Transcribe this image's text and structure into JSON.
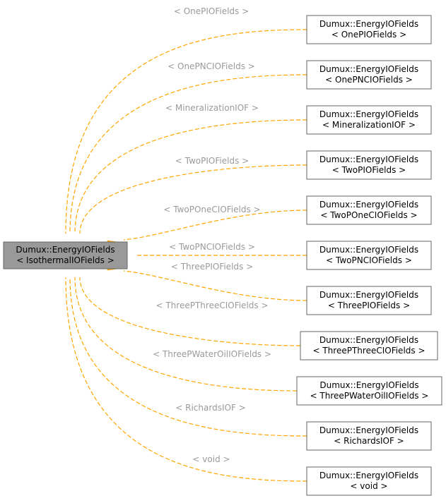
{
  "diagram": {
    "colors": {
      "edge": "#ffa500",
      "edge_label": "#9a9a9a",
      "base_fill": "#999999",
      "node_fill": "#ffffff",
      "node_border": "#666666"
    },
    "base_node": {
      "line1": "Dumux::EnergyIOFields",
      "line2": "< IsothermalIOFields >"
    },
    "derived": [
      {
        "line1": "Dumux::EnergyIOFields",
        "line2": "< OnePIOFields >",
        "edge_label": "< OnePIOFields >"
      },
      {
        "line1": "Dumux::EnergyIOFields",
        "line2": "< OnePNCIOFields >",
        "edge_label": "< OnePNCIOFields >"
      },
      {
        "line1": "Dumux::EnergyIOFields",
        "line2": "< MineralizationIOF >",
        "edge_label": "< MineralizationIOF >"
      },
      {
        "line1": "Dumux::EnergyIOFields",
        "line2": "< TwoPIOFields >",
        "edge_label": "< TwoPIOFields >"
      },
      {
        "line1": "Dumux::EnergyIOFields",
        "line2": "< TwoPOneCIOFields >",
        "edge_label": "< TwoPOneCIOFields >"
      },
      {
        "line1": "Dumux::EnergyIOFields",
        "line2": "< TwoPNCIOFields >",
        "edge_label": "< TwoPNCIOFields >"
      },
      {
        "line1": "Dumux::EnergyIOFields",
        "line2": "< ThreePIOFields >",
        "edge_label": "< ThreePIOFields >"
      },
      {
        "line1": "Dumux::EnergyIOFields",
        "line2": "< ThreePThreeCIOFields >",
        "edge_label": "< ThreePThreeCIOFields >"
      },
      {
        "line1": "Dumux::EnergyIOFields",
        "line2": "< ThreePWaterOilIOFields >",
        "edge_label": "< ThreePWaterOilIOFields >"
      },
      {
        "line1": "Dumux::EnergyIOFields",
        "line2": "< RichardsIOF >",
        "edge_label": "< RichardsIOF >"
      },
      {
        "line1": "Dumux::EnergyIOFields",
        "line2": "< void >",
        "edge_label": "< void >"
      }
    ]
  }
}
